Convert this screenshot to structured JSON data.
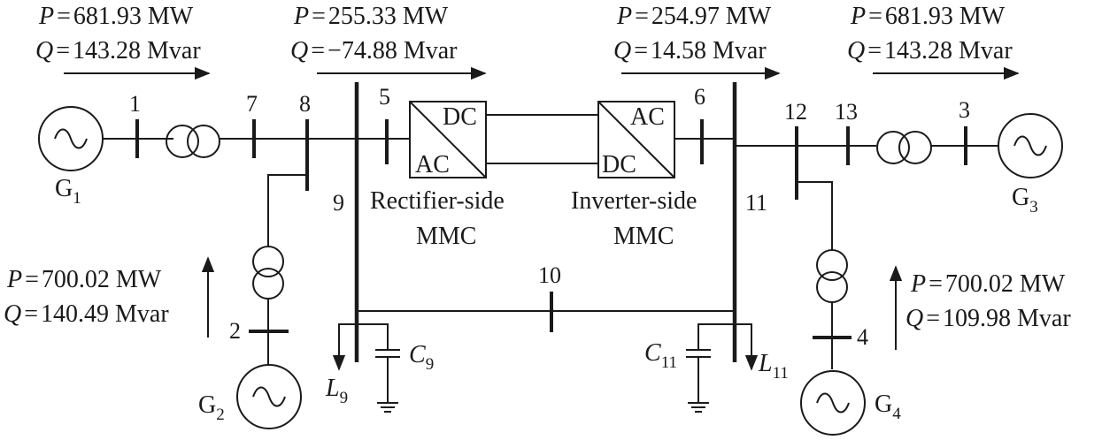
{
  "flows": {
    "top_g1": {
      "p": "681.93 MW",
      "q": "143.28 Mvar"
    },
    "top_mid_left": {
      "p": "255.33 MW",
      "q": "−74.88 Mvar"
    },
    "top_mid_right": {
      "p": "254.97 MW",
      "q": "14.58 Mvar"
    },
    "top_g3": {
      "p": "681.93 MW",
      "q": "143.28 Mvar"
    },
    "g2": {
      "p": "700.02 MW",
      "q": "140.49 Mvar"
    },
    "g4": {
      "p": "700.02 MW",
      "q": "109.98 Mvar"
    },
    "p_symbol": "P",
    "q_symbol": "Q",
    "eq": "="
  },
  "buses": [
    "1",
    "2",
    "3",
    "4",
    "5",
    "6",
    "7",
    "8",
    "9",
    "10",
    "11",
    "12",
    "13"
  ],
  "generators": {
    "g1": "1",
    "g2": "2",
    "g3": "3",
    "g4": "4",
    "letter": "G"
  },
  "converters": {
    "rectifier": {
      "top": "DC",
      "bottom": "AC",
      "label1": "Rectifier-side",
      "label2": "MMC"
    },
    "inverter": {
      "top": "AC",
      "bottom": "DC",
      "label1": "Inverter-side",
      "label2": "MMC"
    }
  },
  "loads": {
    "l9": {
      "letter": "L",
      "sub": "9"
    },
    "l11": {
      "letter": "L",
      "sub": "11"
    }
  },
  "caps": {
    "c9": {
      "letter": "C",
      "sub": "9"
    },
    "c11": {
      "letter": "C",
      "sub": "11"
    }
  }
}
